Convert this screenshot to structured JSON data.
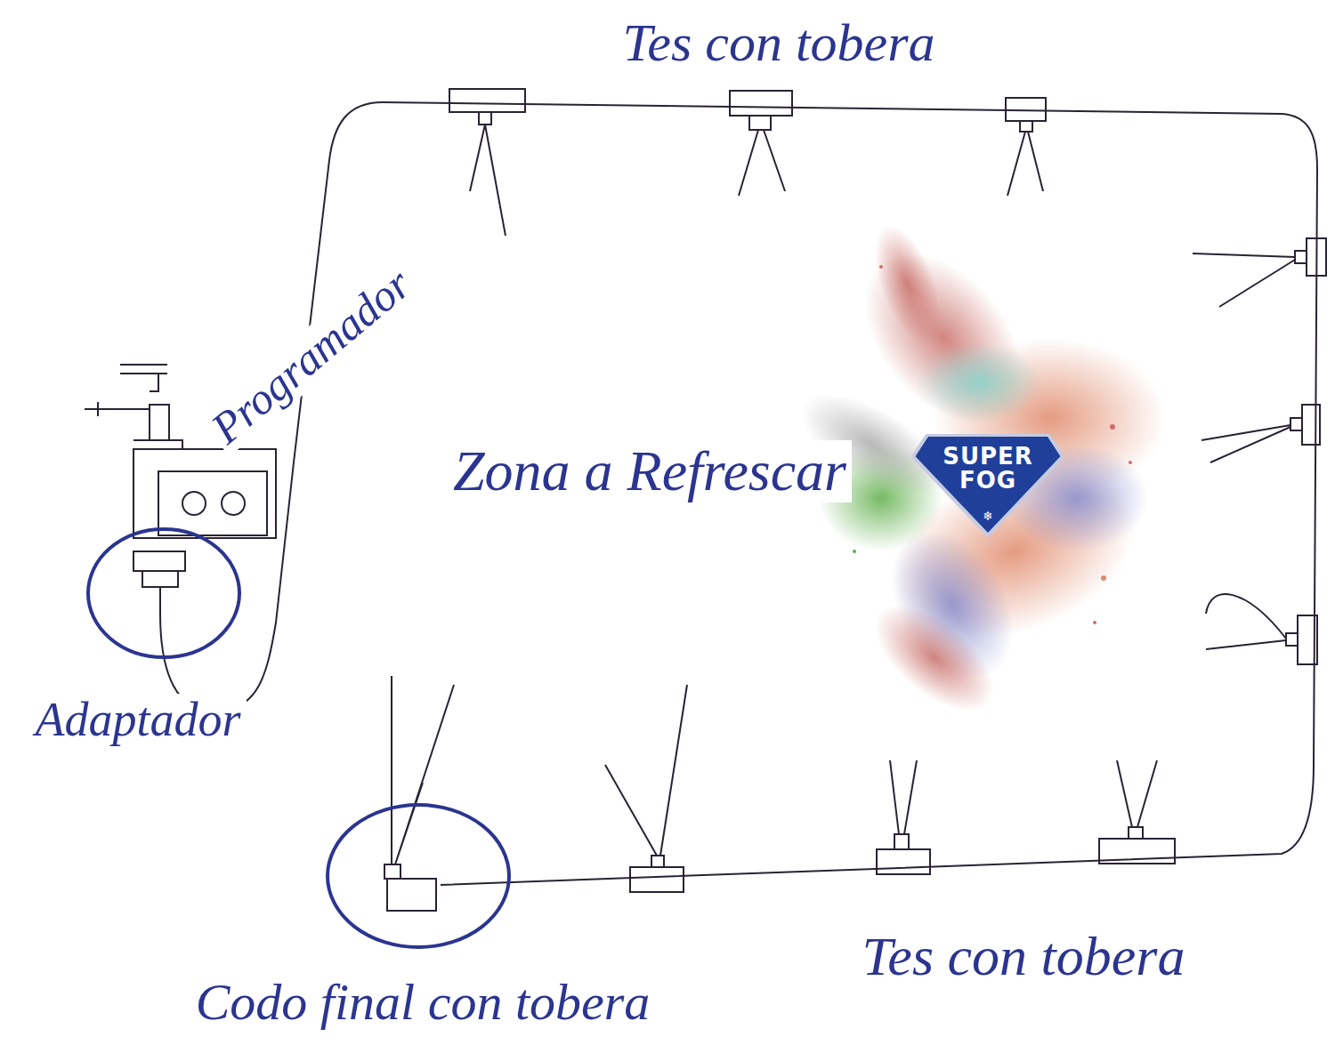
{
  "diagram": {
    "nodes": [
      {
        "text": [
          "SUPER FOG"
        ]
      }
    ],
    "labels": [
      "Tes con tobera",
      "Programador",
      "Zona a Refrescar",
      "Adaptador",
      "Codo final con tobera",
      "Tes con tobera"
    ]
  }
}
